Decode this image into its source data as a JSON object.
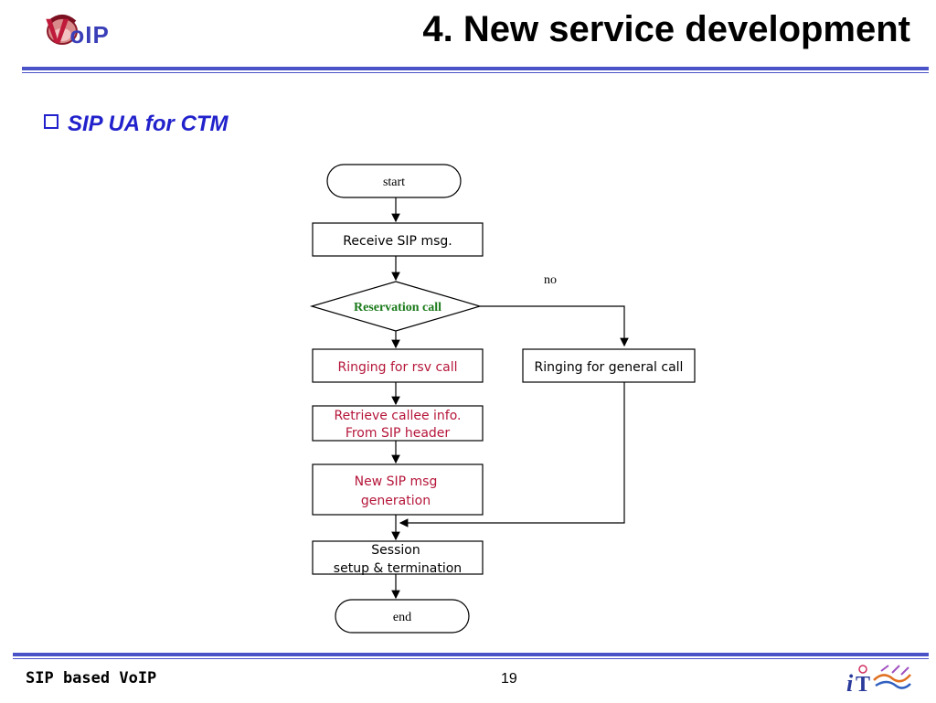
{
  "header": {
    "logo_text": "VoIP",
    "title": "4. New service development"
  },
  "section": {
    "bullet_icon": "hollow-square-bullet",
    "title": "SIP UA for CTM"
  },
  "flowchart": {
    "start": "start",
    "receive": "Receive SIP msg.",
    "decision": "Reservation call",
    "no_label": "no",
    "ringing_rsv": "Ringing for rsv call",
    "ringing_general": "Ringing for general call",
    "retrieve_line1": "Retrieve callee info.",
    "retrieve_line2": "From SIP header",
    "newmsg_line1": "New SIP msg",
    "newmsg_line2": "generation",
    "session_line1": "Session",
    "session_line2": "setup & termination",
    "end": "end"
  },
  "colors": {
    "accent_blue": "#4a52c8",
    "heading_blue": "#2222cc",
    "decision_green": "#1a7a1a",
    "highlight_red": "#b5163a"
  },
  "footer": {
    "left": "SIP based VoIP",
    "page": "19",
    "logo_text": "iT"
  }
}
